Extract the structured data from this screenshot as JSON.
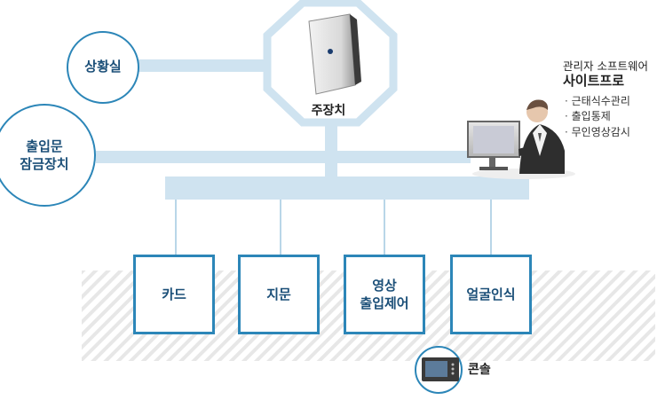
{
  "center": {
    "label": "주장치"
  },
  "left_nodes": {
    "situation_room": "상황실",
    "door_lock_line1": "출입문",
    "door_lock_line2": "잠금장치"
  },
  "admin": {
    "title": "관리자 소프트웨어",
    "name": "사이트프로",
    "features": [
      "근태식수관리",
      "출입통제",
      "무인영상감시"
    ]
  },
  "devices": {
    "card": "카드",
    "fingerprint": "지문",
    "video_line1": "영상",
    "video_line2": "출입제어",
    "face": "얼굴인식"
  },
  "console": {
    "label": "콘솔"
  },
  "colors": {
    "line": "#cfe3f0",
    "thin_line": "#b9d6e8",
    "circle_border": "#2c86b8",
    "box_border": "#2c86b8",
    "label_blue": "#1b4f78",
    "hatch": "#e7e7e7"
  }
}
